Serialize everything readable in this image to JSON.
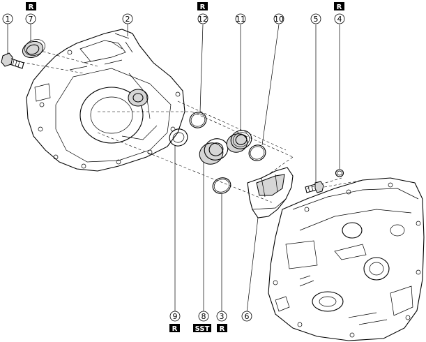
{
  "callouts": [
    {
      "id": "1",
      "label": "1"
    },
    {
      "id": "2",
      "label": "2"
    },
    {
      "id": "3",
      "label": "3"
    },
    {
      "id": "4",
      "label": "4"
    },
    {
      "id": "5",
      "label": "5"
    },
    {
      "id": "6",
      "label": "6"
    },
    {
      "id": "7",
      "label": "7"
    },
    {
      "id": "8",
      "label": "8"
    },
    {
      "id": "9",
      "label": "9"
    },
    {
      "id": "10",
      "label": "10"
    },
    {
      "id": "11",
      "label": "11"
    },
    {
      "id": "12",
      "label": "12"
    }
  ],
  "badges": {
    "replace": "R",
    "special_tool": "SST"
  }
}
